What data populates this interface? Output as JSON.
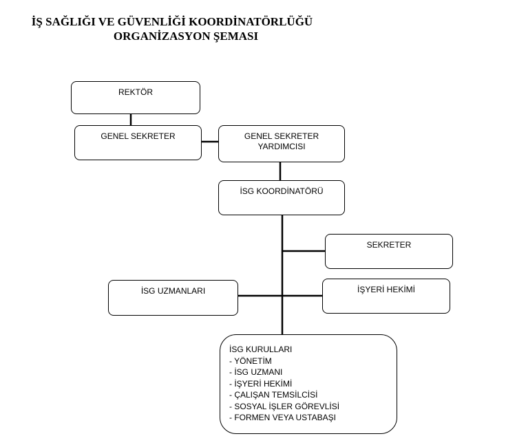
{
  "title": {
    "line1": "İŞ SAĞLIĞI VE GÜVENLİĞİ  KOORDİNATÖRLÜĞÜ",
    "line2": "ORGANİZASYON ŞEMASI"
  },
  "nodes": {
    "rektor": "REKTÖR",
    "genel_sekreter": "GENEL SEKRETER",
    "gs_yardimcisi_1": "GENEL SEKRETER",
    "gs_yardimcisi_2": "YARDIMCISI",
    "isg_koordinatoru": "İSG KOORDİNATÖRÜ",
    "sekreter": "SEKRETER",
    "isg_uzmanlari": "İSG UZMANLARI",
    "isyeri_hekimi": "İŞYERİ HEKİMİ",
    "isg_kurullari": {
      "title": "İSG KURULLARI",
      "items": [
        "- YÖNETİM",
        "- İSG UZMANI",
        "- İŞYERİ HEKİMİ",
        "- ÇALIŞAN TEMSİLCİSİ",
        "- SOSYAL İŞLER GÖREVLİSİ",
        "- FORMEN VEYA USTABAŞI"
      ]
    }
  }
}
